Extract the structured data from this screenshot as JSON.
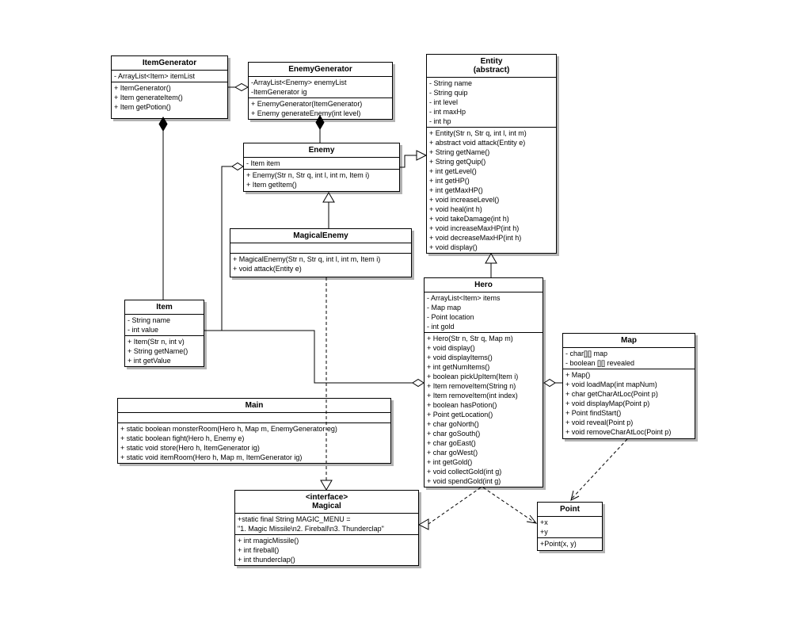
{
  "diagram": {
    "title": "RPG game UML class diagram",
    "colors": {
      "line": "#000000",
      "box_fill": "#ffffff",
      "shadow": "#b3b3b3",
      "text": "#000000"
    },
    "classes": {
      "item_generator": {
        "title_lines": [
          "ItemGenerator"
        ],
        "attributes": [
          "- ArrayList<Item> itemList"
        ],
        "methods": [
          "+ ItemGenerator()",
          "+ Item generateItem()",
          "+ Item getPotion()"
        ]
      },
      "enemy_generator": {
        "title_lines": [
          "EnemyGenerator"
        ],
        "attributes": [
          "-ArrayList<Enemy> enemyList",
          "-ItemGenerator ig"
        ],
        "methods": [
          "+ EnemyGenerator(ItemGenerator)",
          "+ Enemy generateEnemy(int level)"
        ]
      },
      "entity": {
        "title_lines": [
          "Entity",
          "(abstract)"
        ],
        "attributes": [
          "- String name",
          "- String quip",
          "- int level",
          "- int maxHp",
          "- int hp"
        ],
        "methods": [
          "+ Entity(Str n, Str q, int l, int m)",
          "+ abstract void attack(Entity e)",
          "+ String getName()",
          "+ String getQuip()",
          "+ int getLevel()",
          "+ int getHP()",
          "+ int getMaxHP()",
          "+ void increaseLevel()",
          "+ void heal(int h)",
          "+ void takeDamage(int h)",
          "+ void increaseMaxHP(int h)",
          "+ void decreaseMaxHP(int h)",
          "+ void display()"
        ]
      },
      "enemy": {
        "title_lines": [
          "Enemy"
        ],
        "attributes": [
          "- Item item"
        ],
        "methods": [
          "+ Enemy(Str n, Str q, int l, int m, Item i)",
          "+ Item getItem()"
        ]
      },
      "magical_enemy": {
        "title_lines": [
          "MagicalEnemy"
        ],
        "attributes": [],
        "methods": [
          "+ MagicalEnemy(Str n, Str q, int l, int m, Item i)",
          "+ void attack(Entity e)"
        ]
      },
      "item": {
        "title_lines": [
          "Item"
        ],
        "attributes": [
          "- String name",
          "- int value"
        ],
        "methods": [
          "+ Item(Str n, int v)",
          "+ String getName()",
          "+ int getValue"
        ]
      },
      "hero": {
        "title_lines": [
          "Hero"
        ],
        "attributes": [
          "- ArrayList<Item> items",
          "- Map map",
          "- Point location",
          "- int gold"
        ],
        "methods": [
          "+ Hero(Str n, Str q, Map m)",
          "+ void display()",
          "+ void displayItems()",
          "+ int getNumItems()",
          "+ boolean pickUpItem(Item i)",
          "+ Item removeItem(String n)",
          "+ Item removeItem(int index)",
          "+ boolean hasPotion()",
          "+ Point getLocation()",
          "+ char goNorth()",
          "+ char goSouth()",
          "+ char goEast()",
          "+ char goWest()",
          "+ int getGold()",
          "+ void collectGold(int g)",
          "+ void spendGold(int g)"
        ]
      },
      "map": {
        "title_lines": [
          "Map"
        ],
        "attributes": [
          "- char[][] map",
          "- boolean [][] revealed"
        ],
        "methods": [
          "+ Map()",
          "+ void loadMap(int mapNum)",
          "+ char getCharAtLoc(Point p)",
          "+ void displayMap(Point p)",
          "+ Point findStart()",
          "+ void reveal(Point p)",
          "+ void removeCharAtLoc(Point p)"
        ]
      },
      "main": {
        "title_lines": [
          "Main"
        ],
        "attributes": [],
        "methods": [
          "+ static boolean monsterRoom(Hero h, Map m, EnemyGenerator eg)",
          "+ static boolean fight(Hero h, Enemy e)",
          "+ static void store(Hero h, ItemGenerator ig)",
          "+ static void itemRoom(Hero h, Map m, ItemGenerator ig)"
        ]
      },
      "magical": {
        "title_lines": [
          "<interface>",
          "Magical"
        ],
        "attributes": [
          "+static final String MAGIC_MENU =",
          "\"1. Magic Missile\\n2. Fireball\\n3. Thunderclap\""
        ],
        "methods": [
          "+ int magicMissile()",
          "+ int fireball()",
          "+ int thunderclap()"
        ]
      },
      "point": {
        "title_lines": [
          "Point"
        ],
        "attributes": [
          "+x",
          "+y"
        ],
        "methods": [
          "+Point(x, y)"
        ]
      }
    },
    "relationships": [
      {
        "from": "EnemyGenerator",
        "to": "ItemGenerator",
        "type": "aggregation"
      },
      {
        "from": "ItemGenerator",
        "to": "Item",
        "type": "composition"
      },
      {
        "from": "EnemyGenerator",
        "to": "Enemy",
        "type": "composition"
      },
      {
        "from": "Enemy",
        "to": "Item",
        "type": "aggregation"
      },
      {
        "from": "Enemy",
        "to": "Entity",
        "type": "inheritance"
      },
      {
        "from": "MagicalEnemy",
        "to": "Enemy",
        "type": "inheritance"
      },
      {
        "from": "Hero",
        "to": "Entity",
        "type": "inheritance"
      },
      {
        "from": "MagicalEnemy",
        "to": "Magical",
        "type": "realization"
      },
      {
        "from": "Hero",
        "to": "Magical",
        "type": "realization"
      },
      {
        "from": "Hero",
        "to": "Item",
        "type": "aggregation"
      },
      {
        "from": "Hero",
        "to": "Map",
        "type": "aggregation"
      },
      {
        "from": "Hero",
        "to": "Point",
        "type": "dependency"
      },
      {
        "from": "Map",
        "to": "Point",
        "type": "dependency"
      }
    ]
  }
}
